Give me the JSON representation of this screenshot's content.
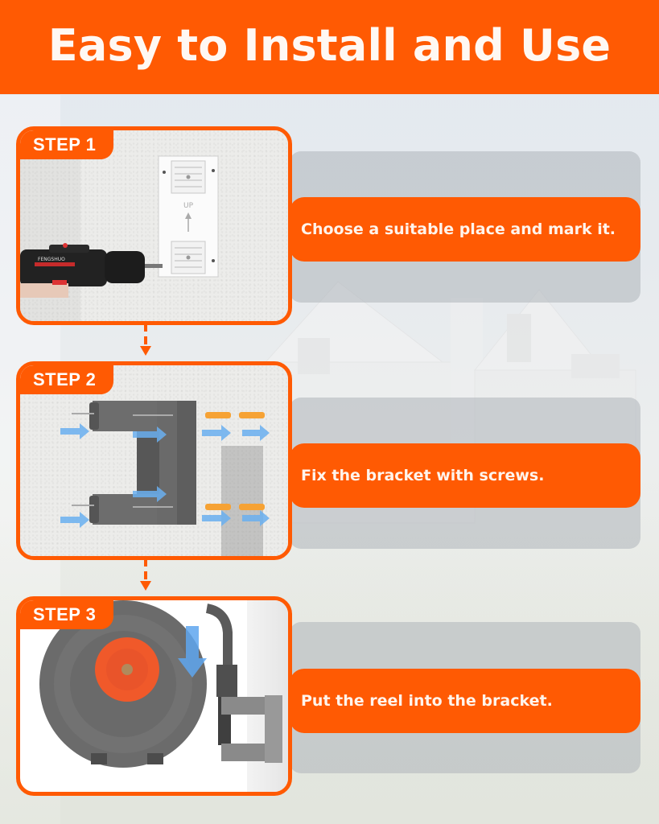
{
  "header": {
    "title": "Easy to Install and Use"
  },
  "colors": {
    "accent": "#ff5a03",
    "panel": "#b4b9be",
    "text_on_accent": "#ffffff"
  },
  "steps": [
    {
      "tag": "STEP 1",
      "text": "Choose a suitable place and mark it.",
      "image": "drill-and-mounting-plate-illustration",
      "plate_label": "UP"
    },
    {
      "tag": "STEP 2",
      "text": "Fix the bracket with screws.",
      "image": "bracket-screws-anchors-illustration"
    },
    {
      "tag": "STEP 3",
      "text": "Put the reel into the bracket.",
      "image": "hose-reel-onto-bracket-illustration"
    }
  ],
  "background": {
    "image": "house-and-lawn-backdrop"
  }
}
